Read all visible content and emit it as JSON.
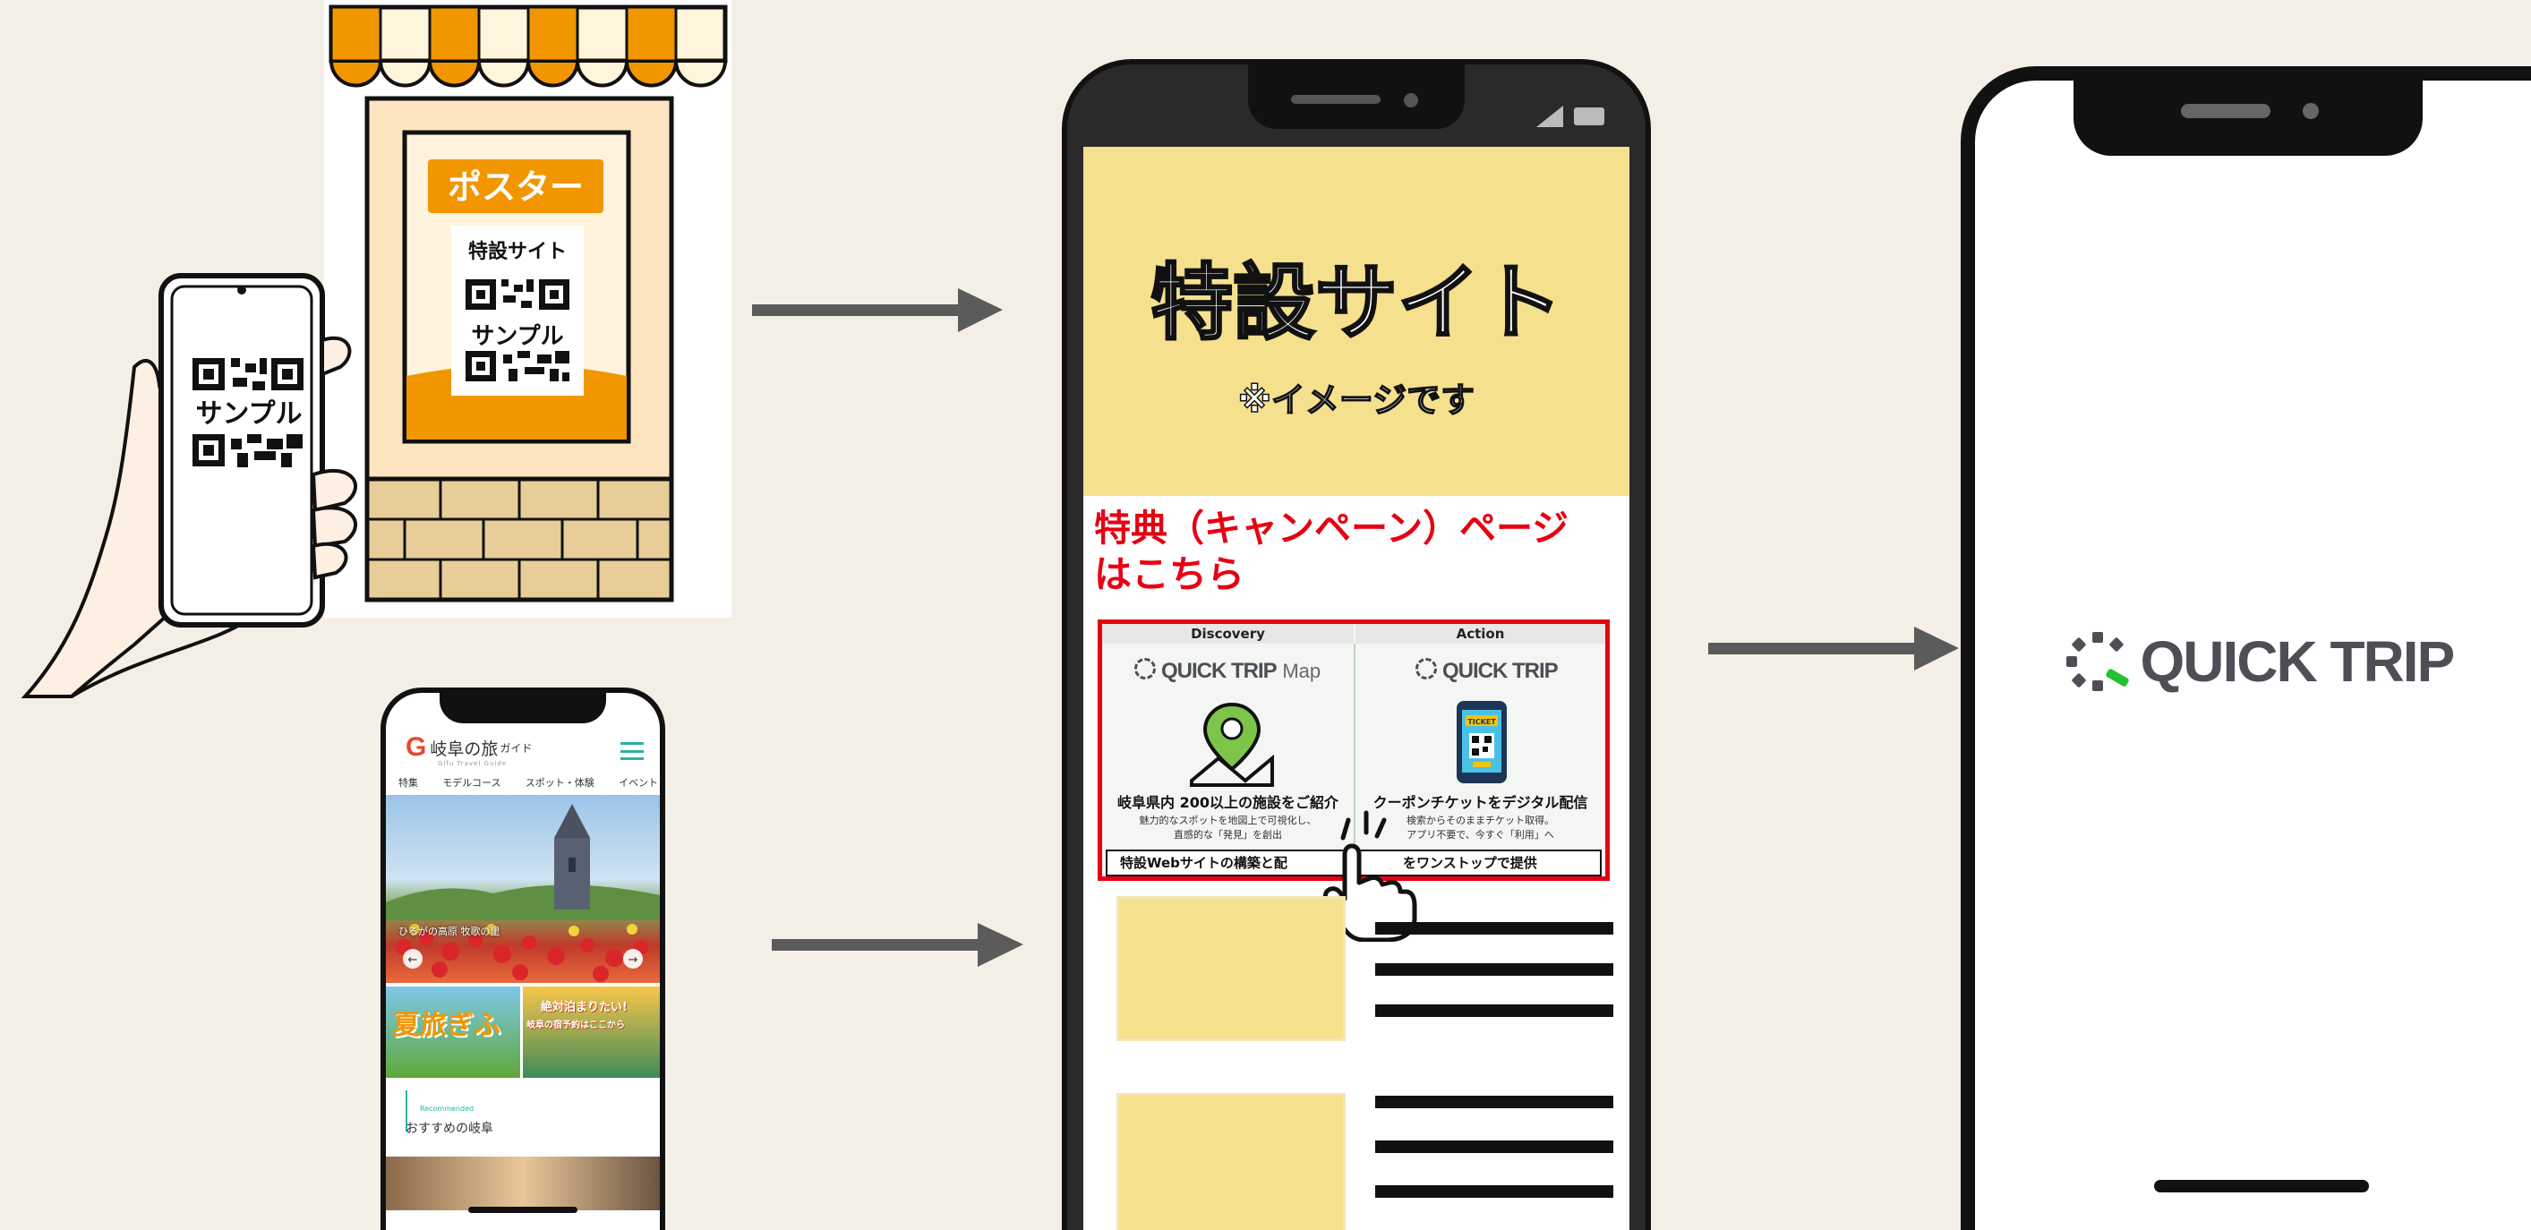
{
  "colors": {
    "background": "#f4efe6",
    "arrow": "#5b5b5b",
    "awning_orange": "#f29600",
    "poster_cream": "#fde6bf",
    "site_yellow": "#f5e08e",
    "campaign_red": "#e60012",
    "qt_green": "#22c32e",
    "qt_grey": "#4e4f56"
  },
  "poster": {
    "title": "ポスター",
    "subtitle": "特設サイト",
    "qr_label": "サンプル"
  },
  "hand_phone": {
    "qr_label": "サンプル"
  },
  "gifu_phone": {
    "logo_text": "岐阜の旅",
    "logo_suffix": "ガイド",
    "logo_sub": "Gifu Travel Guide",
    "nav": [
      "特集",
      "モデルコース",
      "スポット・体験",
      "イベント"
    ],
    "hero_caption": "ひるがの高原 牧歌の里",
    "banner_left": "夏旅ぎふ",
    "banner_right_line1": "絶対泊まりたい!",
    "banner_right_line2": "岐阜の宿予約はここから",
    "section_small": "Recommended",
    "section_title": "おすすめの岐阜"
  },
  "special_site": {
    "title": "特設サイト",
    "note": "※イメージです",
    "campaign_line1": "特典（キャンペーン）ページ",
    "campaign_line2": "はこちら",
    "left_header": "Discovery",
    "right_header": "Action",
    "left_logo_main": "QUICK TRIP",
    "left_logo_sub": "Map",
    "right_logo": "QUICK TRIP",
    "ticket_label": "TICKET",
    "left_heading": "岐阜県内 200以上の施設をご紹介",
    "right_heading": "クーポンチケットをデジタル配信",
    "left_desc1": "魅力的なスポットを地図上で可視化し、",
    "left_desc2": "直感的な「発見」を創出",
    "right_desc1": "検索からそのままチケット取得。",
    "right_desc2": "アプリ不要で、今すぐ「利用」へ",
    "bottom_left": "特設Webサイトの構築と配",
    "bottom_right": "をワンストップで提供"
  },
  "quick_trip_phone": {
    "logo": "QUICK TRIP"
  }
}
